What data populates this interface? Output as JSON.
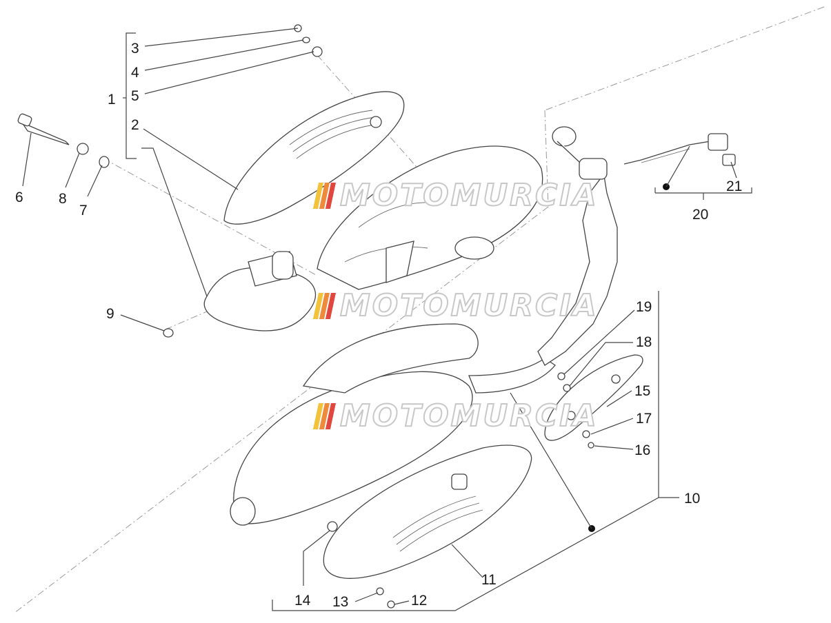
{
  "callouts": [
    {
      "id": "1",
      "label": "1"
    },
    {
      "id": "2",
      "label": "2"
    },
    {
      "id": "3",
      "label": "3"
    },
    {
      "id": "4",
      "label": "4"
    },
    {
      "id": "5",
      "label": "5"
    },
    {
      "id": "6",
      "label": "6"
    },
    {
      "id": "7",
      "label": "7"
    },
    {
      "id": "8",
      "label": "8"
    },
    {
      "id": "9",
      "label": "9"
    },
    {
      "id": "10",
      "label": "10"
    },
    {
      "id": "11",
      "label": "11"
    },
    {
      "id": "12",
      "label": "12"
    },
    {
      "id": "13",
      "label": "13"
    },
    {
      "id": "14",
      "label": "14"
    },
    {
      "id": "15",
      "label": "15"
    },
    {
      "id": "16",
      "label": "16"
    },
    {
      "id": "17",
      "label": "17"
    },
    {
      "id": "18",
      "label": "18"
    },
    {
      "id": "19",
      "label": "19"
    },
    {
      "id": "20",
      "label": "20"
    },
    {
      "id": "21",
      "label": "21"
    }
  ],
  "watermark": {
    "text": "MOTOMURCIA",
    "stripe_colors": [
      "#f2c23a",
      "#ef8a3a",
      "#e2473f"
    ]
  },
  "colors": {
    "line": "#444444",
    "background": "#ffffff"
  }
}
